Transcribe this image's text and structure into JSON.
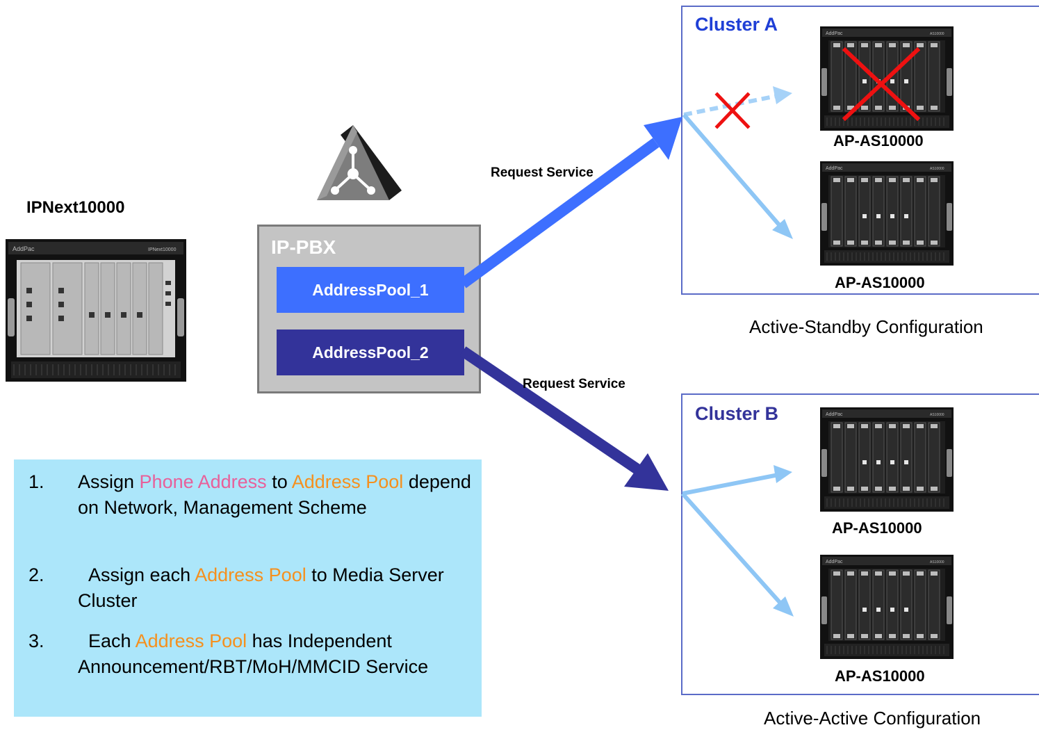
{
  "ipnext": {
    "label": "IPNext10000",
    "brand": "AddPac",
    "model": "IPNext10000"
  },
  "ippbx": {
    "label": "IP-PBX",
    "pools": [
      {
        "label": "AddressPool_1",
        "color": "#3d6fff"
      },
      {
        "label": "AddressPool_2",
        "color": "#33339a"
      }
    ]
  },
  "requests": [
    {
      "label": "Request Service"
    },
    {
      "label": "Request Service"
    }
  ],
  "clusters": [
    {
      "title": "Cluster A",
      "title_color": "#1f3fd6",
      "servers": [
        {
          "label": "AP-AS10000",
          "failed": true
        },
        {
          "label": "AP-AS10000",
          "failed": false
        }
      ],
      "configuration": "Active-Standby Configuration"
    },
    {
      "title": "Cluster B",
      "title_color": "#33339a",
      "servers": [
        {
          "label": "AP-AS10000",
          "failed": false
        },
        {
          "label": "AP-AS10000",
          "failed": false
        }
      ],
      "configuration": "Active-Active Configuration"
    }
  ],
  "server_device": {
    "brand": "AddPac",
    "model": "AS10000"
  },
  "steps": [
    {
      "number": "1.",
      "parts": [
        {
          "text": "Assign ",
          "color": ""
        },
        {
          "text": "Phone Address",
          "color": "#e8609a"
        },
        {
          "text": " to ",
          "color": ""
        },
        {
          "text": "Address Pool",
          "color": "#f5901e"
        },
        {
          "text": " depend on Network, Management Scheme",
          "color": ""
        }
      ]
    },
    {
      "number": "2.",
      "parts": [
        {
          "text": "  Assign each ",
          "color": ""
        },
        {
          "text": "Address Pool",
          "color": "#f5901e"
        },
        {
          "text": " to Media Server Cluster",
          "color": ""
        }
      ]
    },
    {
      "number": "3.",
      "parts": [
        {
          "text": "  Each ",
          "color": ""
        },
        {
          "text": "Address Pool",
          "color": "#f5901e"
        },
        {
          "text": " has Independent Announcement/RBT/MoH/MMCID Service",
          "color": ""
        }
      ]
    }
  ],
  "icons": {
    "pbx": "network-triangle-icon",
    "failure": "red-x-icon"
  },
  "colors": {
    "steps_background": "#ace6fa",
    "failure": "#ee1111",
    "link": "#8ec6f5"
  }
}
